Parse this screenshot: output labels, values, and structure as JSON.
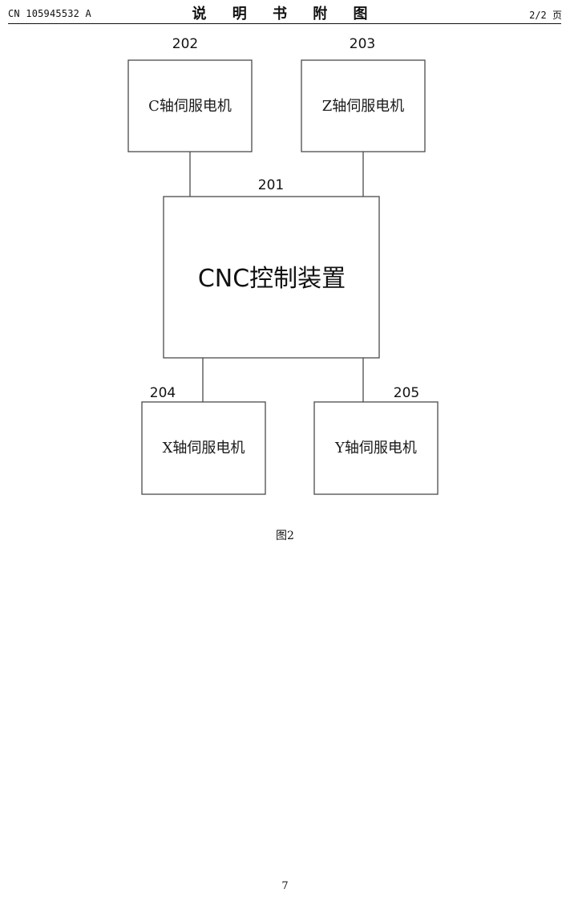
{
  "header": {
    "publication_number": "CN 105945532 A",
    "section_title": "说 明 书 附 图",
    "page_count": "2/2 页"
  },
  "diagram": {
    "controller": {
      "ref": "201",
      "label": "CNC控制装置"
    },
    "motors": [
      {
        "ref": "202",
        "label": "C轴伺服电机"
      },
      {
        "ref": "203",
        "label": "Z轴伺服电机"
      },
      {
        "ref": "204",
        "label": "X轴伺服电机"
      },
      {
        "ref": "205",
        "label": "Y轴伺服电机"
      }
    ]
  },
  "figure_caption": "图2",
  "page_number": "7"
}
